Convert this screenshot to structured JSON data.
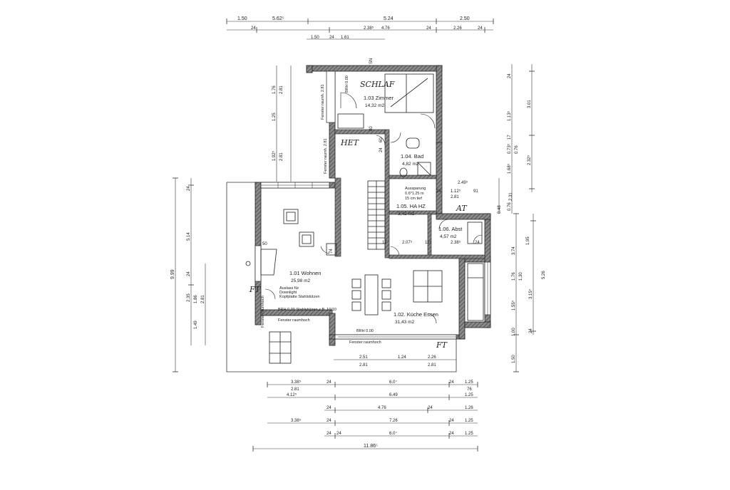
{
  "rooms": {
    "zimmer": {
      "name": "1.03 Zimmer",
      "area": "14,32 m2"
    },
    "bad": {
      "name": "1.04. Bad",
      "area": "4,82 m2"
    },
    "hahz": {
      "name": "1.05. HA HZ",
      "area": "3,42 m2"
    },
    "abst": {
      "name": "1.06. Abst",
      "area": "4,57 m2"
    },
    "wohnen": {
      "name": "1.01 Wohnen",
      "area": "25,98 m2"
    },
    "kueche": {
      "name": "1.02. Küche Essen",
      "area": "31,43 m2"
    }
  },
  "handwritten": {
    "schlaf": "SCHLAF",
    "het": "HET",
    "at": "AT",
    "ft_left": "FT",
    "ft_right": "FT"
  },
  "notes": {
    "fenster_zimmer": "Fenster raumh. 2.81",
    "fenster_zimmer2": "Fenster raumh. 2.81",
    "brh_zimmer": "BRH 0.00",
    "aussparung": "Aussparung",
    "aussparung_dim": "0.6*1.25 m",
    "aussparung_depth": "15 cm tief",
    "auslass_1": "Auslass für",
    "auslass_2": "Downlight",
    "auslass_3": "Kopfplatte Stahlstützen",
    "brh_wohnen": "BRH 0.00  Stahlstützen z.B. 10/10",
    "fenster_wohnen_side": "Fenster raumhoch",
    "fenster_wohnen_bottom": "Fenster raumhoch",
    "brh_kueche": "BRH 0.00",
    "fenster_kueche": "Fenster raumhoch"
  },
  "dims": {
    "top1": [
      "1.50",
      "5.62⁵",
      "5.24",
      "2.50"
    ],
    "top2": [
      "24",
      "2.38⁵",
      "4.76",
      "24",
      "2.26",
      "24"
    ],
    "top3": [
      "1.50",
      "24",
      "1.61"
    ],
    "left_outer": [
      "9.99"
    ],
    "left_mid": [
      "24",
      "5.14",
      "24",
      "2.35",
      "1.86",
      "1.49"
    ],
    "left_inner": [
      "2.81",
      "2.81"
    ],
    "upper_left": [
      "1.76",
      "2.81",
      "1.25",
      "1.92⁵",
      "2.81"
    ],
    "right_outer": [
      "3.01",
      "2.32⁵",
      "2.31",
      "5.26",
      "3.15⁵",
      "24"
    ],
    "right_mid": [
      "24",
      "1.13⁵",
      "17",
      "0.73⁵",
      "0.76",
      "1.68⁵",
      "0.76",
      "0.48",
      "1.95",
      "3.74",
      "1.76",
      "1.30",
      "1.55⁵",
      "1.00",
      "1.50"
    ],
    "right_inner": [
      "2.49⁵",
      "1.12⁵",
      "91",
      "2.81",
      "24",
      "2.38⁵",
      "2.07⁵",
      "11⁵",
      "17",
      "24"
    ],
    "bath": [
      "80",
      "60",
      "24"
    ],
    "mid_bottom": [
      "2.51",
      "1.24",
      "2.26",
      "2.81",
      "2.81"
    ],
    "bottom1": [
      "3.38⁵",
      "24",
      "6.0⁺",
      "24",
      "1.25"
    ],
    "bottom1b": [
      "2.81",
      "76"
    ],
    "bottom2": [
      "4.12⁵",
      "6.49",
      "1.25"
    ],
    "bottom3": [
      "24",
      "4.76",
      "24",
      "1.26"
    ],
    "bottom4": [
      "3.38⁵",
      "24",
      "7.26",
      "24",
      "1.25"
    ],
    "bottom5": [
      "24",
      "24",
      "6.0⁺",
      "24",
      "1.25"
    ],
    "bottom6": [
      "11.86⁵"
    ],
    "north": "SN",
    "stair_no": "74",
    "wall_no": "50"
  }
}
